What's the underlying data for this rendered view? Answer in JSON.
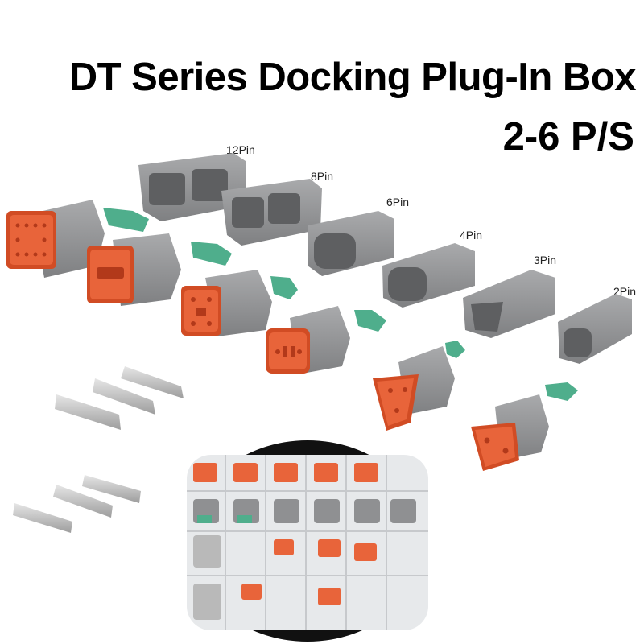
{
  "header": {
    "title": "DT Series Docking Plug-In Box",
    "subtitle": "2-6 P/S"
  },
  "pin_labels": {
    "p12": "12Pin",
    "p8": "8Pin",
    "p6": "6Pin",
    "p4": "4Pin",
    "p3": "3Pin",
    "p2": "2Pin"
  },
  "colors": {
    "housing_gray": "#8f9092",
    "seal_orange": "#e8643a",
    "wedge_green": "#4fae8c",
    "terminal_silver": "#c9c9c9"
  }
}
